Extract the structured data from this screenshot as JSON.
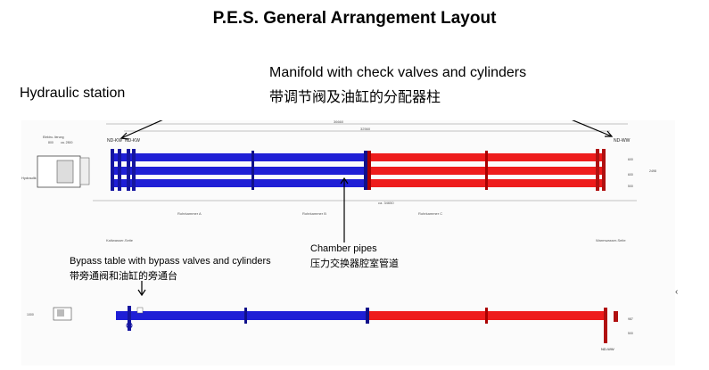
{
  "title": "P.E.S. General Arrangement Layout",
  "callouts": {
    "hydraulic_station": "Hydraulic station",
    "manifold_en": "Manifold with check valves and cylinders",
    "manifold_zh": "带调节阀及油缸的分配器柱",
    "chamber_en": "Chamber pipes",
    "chamber_zh": "压力交换器腔室管道",
    "bypass_en": "Bypass table with bypass valves and cylinders",
    "bypass_zh": "带旁通阀和油缸的旁通台"
  },
  "drawing_labels": {
    "overall_dim": "36660",
    "inner_dim": "32560",
    "bottom_dim": "ca. 34650",
    "left_valve": "ND-KW",
    "left_valve2": "ND-KW",
    "right_valve": "ND-WW",
    "hydraulik": "Hydraulik",
    "elektro": "Elektro- lierung",
    "dim_800": "800",
    "dim_2500": "ca. 2500",
    "room_a": "Rohrkammer A",
    "room_b": "Rohrkammer B",
    "room_c": "Rohrkammer C",
    "kaltwasser": "Kaltwasser-Seite",
    "warmwasser": "Warmwasser-Seite",
    "height_dim": "2498",
    "row_dim1": "600",
    "row_dim2": "600",
    "row_dim3": "500",
    "bottom_left_dim": "1000",
    "bottom_right_dim1": "987",
    "bottom_right_dim2": "500",
    "bottom_valve": "ND-WW"
  },
  "colors": {
    "cold_pipe": "#1f1fd6",
    "hot_pipe": "#ee1c1c",
    "drawing_line": "#666666"
  },
  "side_marker": "‹"
}
